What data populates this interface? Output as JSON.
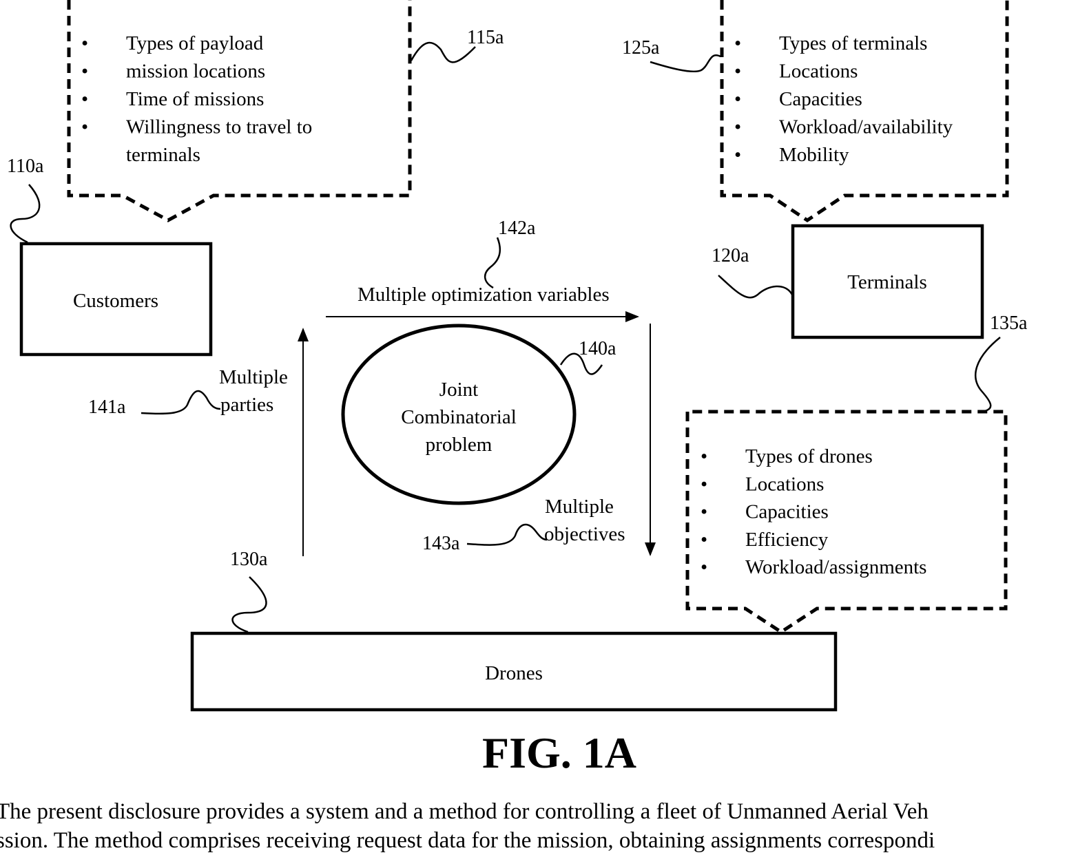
{
  "customers": {
    "ref": "110a",
    "label": "Customers",
    "callout_ref": "115a",
    "items": [
      "Types of payload",
      "mission locations",
      "Time of missions",
      "Willingness to travel to terminals"
    ],
    "item_lines": [
      [
        "Types of payload"
      ],
      [
        "mission locations"
      ],
      [
        "Time of missions"
      ],
      [
        "Willingness to travel to",
        "terminals"
      ]
    ]
  },
  "terminals": {
    "ref": "120a",
    "label": "Terminals",
    "callout_ref": "125a",
    "items": [
      "Types of terminals",
      "Locations",
      "Capacities",
      "Workload/availability",
      "Mobility"
    ]
  },
  "drones": {
    "ref": "130a",
    "label": "Drones",
    "callout_ref": "135a",
    "items": [
      "Types of drones",
      "Locations",
      "Capacities",
      "Efficiency",
      "Workload/assignments"
    ]
  },
  "problem": {
    "ref": "140a",
    "label_lines": [
      "Joint",
      "Combinatorial",
      "problem"
    ]
  },
  "arrows": {
    "parties": {
      "ref": "141a",
      "label_lines": [
        "Multiple",
        "parties"
      ]
    },
    "variables": {
      "ref": "142a",
      "label": "Multiple optimization variables"
    },
    "objectives": {
      "ref": "143a",
      "label_lines": [
        "Multiple",
        "objectives"
      ]
    }
  },
  "bullet": "•",
  "figure_caption": "FIG. 1A",
  "abstract_lines": [
    "The present disclosure provides a system and a method for controlling a fleet of Unmanned Aerial Veh",
    "ssion. The method comprises receiving request data for the mission, obtaining assignments correspondi"
  ]
}
